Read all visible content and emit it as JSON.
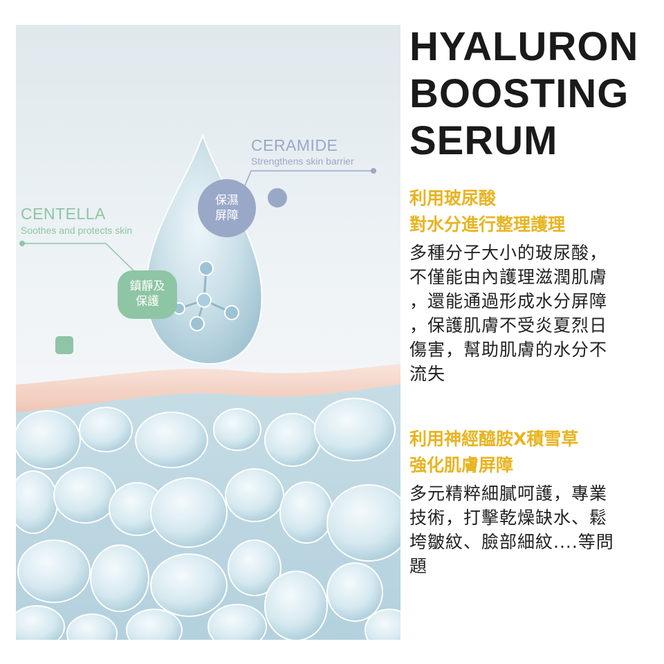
{
  "headline": {
    "line1": "HYALURON",
    "line2": "BOOSTING",
    "line3": "SERUM"
  },
  "sections": [
    {
      "title_line1": "利用玻尿酸",
      "title_line2": "對水分進行整理護理",
      "body": [
        "多種分子大小的玻尿酸，",
        "不僅能由內護理滋潤肌膚",
        "，還能通過形成水分屏障",
        "，保護肌膚不受炎夏烈日",
        "傷害，幫助肌膚的水分不",
        "流失"
      ]
    },
    {
      "title_line1": "利用神經醯胺X積雪草",
      "title_line2": "強化肌膚屏障",
      "body": [
        "多元精粹細膩呵護，專業",
        "技術，打擊乾燥缺水、鬆",
        "垮皺紋、臉部細紋....等問",
        "題"
      ]
    }
  ],
  "illustration": {
    "ceramide": {
      "title": "CERAMIDE",
      "subtitle": "Strengthens skin barrier"
    },
    "centella": {
      "title": "CENTELLA",
      "subtitle": "Soothes and protects skin"
    },
    "badge_blue": {
      "line1": "保濕",
      "line2": "屏障"
    },
    "badge_green": {
      "line1": "鎮靜及",
      "line2": "保護"
    }
  },
  "colors": {
    "accent_yellow": "#e8b420",
    "ceramide_blue": "#9aa8c8",
    "centella_green": "#8ec5a4",
    "skin_layer": "#f3d2c4",
    "headline": "#1a1a1a"
  }
}
